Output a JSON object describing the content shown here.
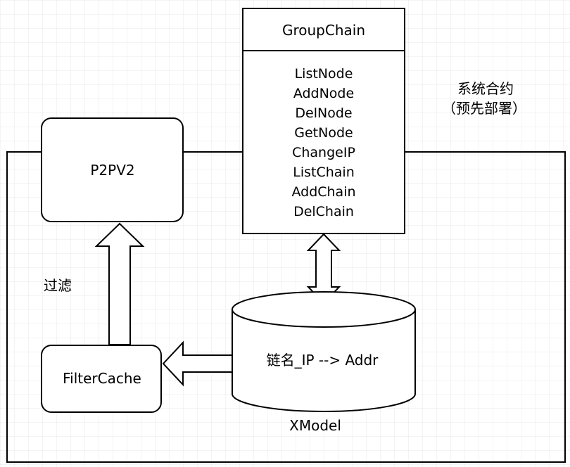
{
  "diagram": {
    "contract_label_line1": "系统合约",
    "contract_label_line2": "（预先部署）",
    "p2p_label": "P2PV2",
    "filter_label": "过滤",
    "filtercache_label": "FilterCache",
    "groupchain": {
      "title": "GroupChain",
      "methods": [
        "ListNode",
        "AddNode",
        "DelNode",
        "GetNode",
        "ChangeIP",
        "ListChain",
        "AddChain",
        "DelChain"
      ]
    },
    "xmodel": {
      "content": "链名_IP --> Addr",
      "caption": "XModel"
    }
  }
}
